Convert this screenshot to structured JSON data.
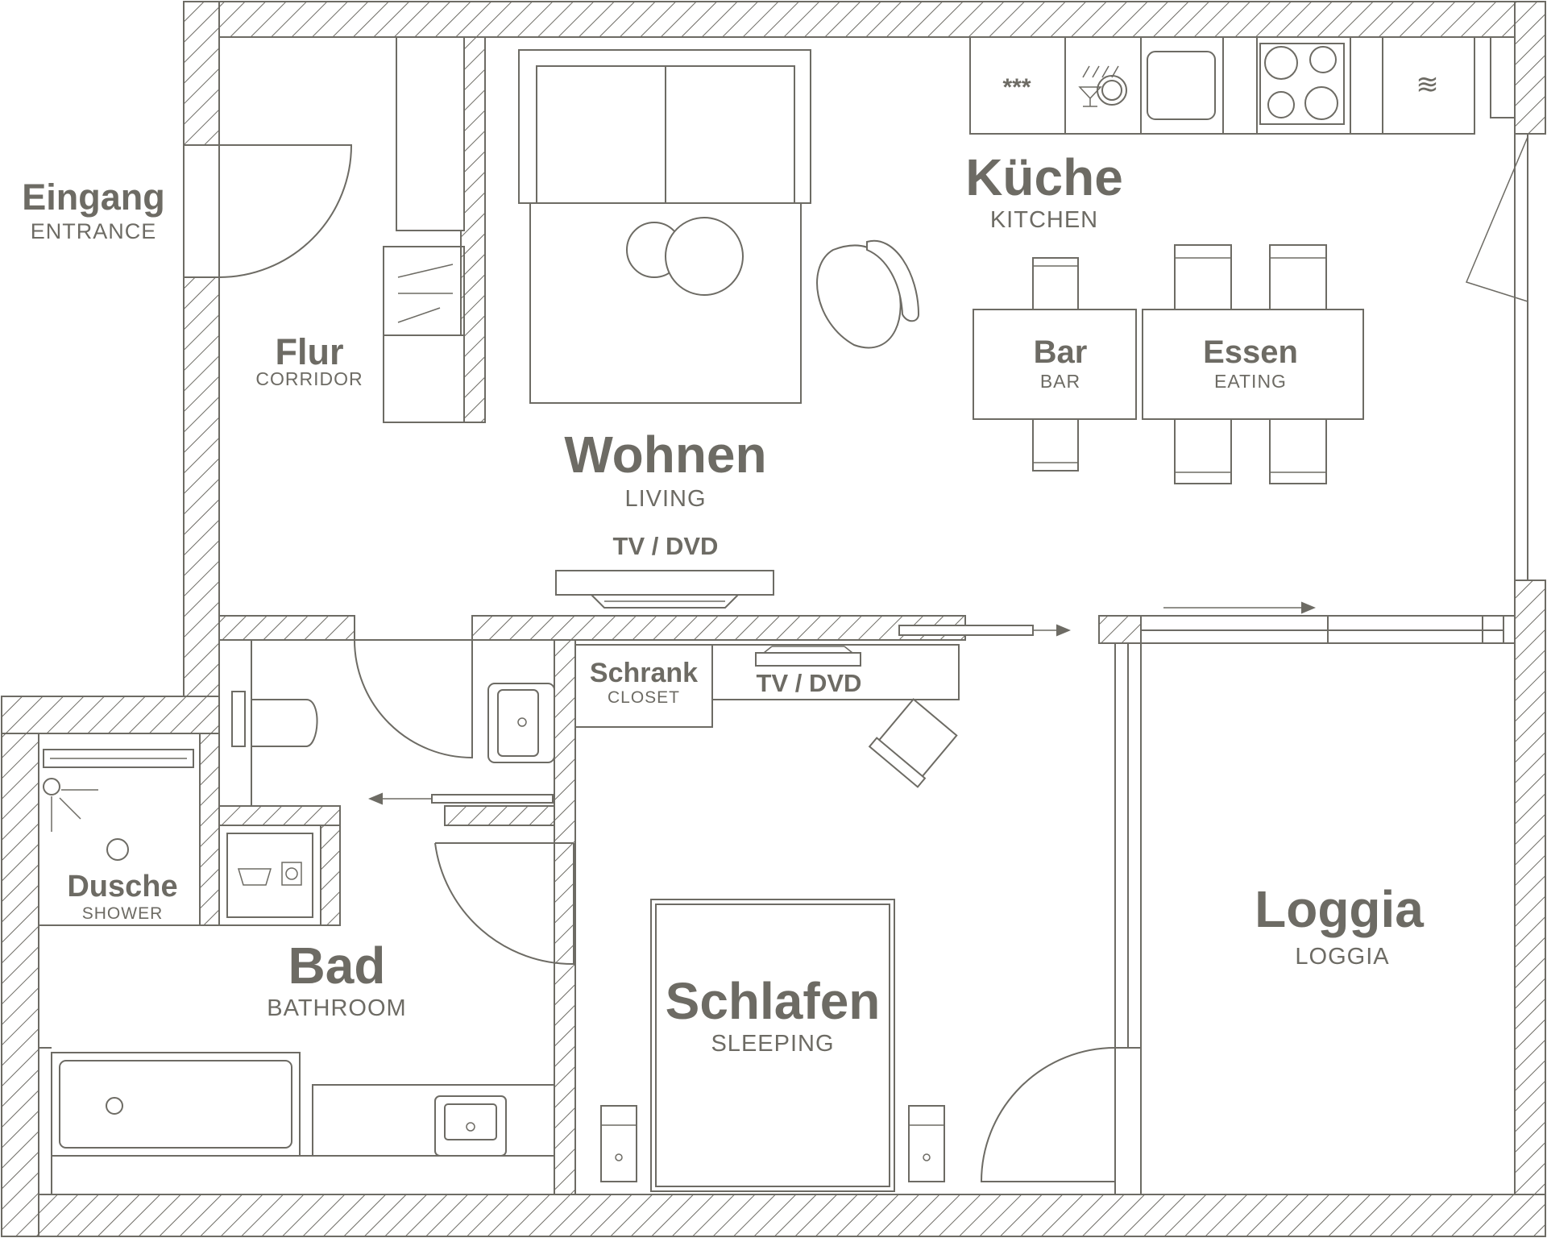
{
  "colors": {
    "line": "#6d6b64",
    "background": "#ffffff"
  },
  "rooms": {
    "entrance": {
      "name": "Eingang",
      "sub": "ENTRANCE"
    },
    "corridor": {
      "name": "Flur",
      "sub": "CORRIDOR"
    },
    "living": {
      "name": "Wohnen",
      "sub": "LIVING"
    },
    "kitchen": {
      "name": "Küche",
      "sub": "KITCHEN"
    },
    "bar": {
      "name": "Bar",
      "sub": "BAR"
    },
    "eating": {
      "name": "Essen",
      "sub": "EATING"
    },
    "closet": {
      "name": "Schrank",
      "sub": "CLOSET"
    },
    "shower": {
      "name": "Dusche",
      "sub": "SHOWER"
    },
    "bathroom": {
      "name": "Bad",
      "sub": "BATHROOM"
    },
    "sleeping": {
      "name": "Schlafen",
      "sub": "SLEEPING"
    },
    "loggia": {
      "name": "Loggia",
      "sub": "LOGGIA"
    }
  },
  "labels": {
    "tv_living": "TV / DVD",
    "tv_sleeping": "TV / DVD",
    "fridge_symbol": "***",
    "hood_symbol": "≋"
  }
}
